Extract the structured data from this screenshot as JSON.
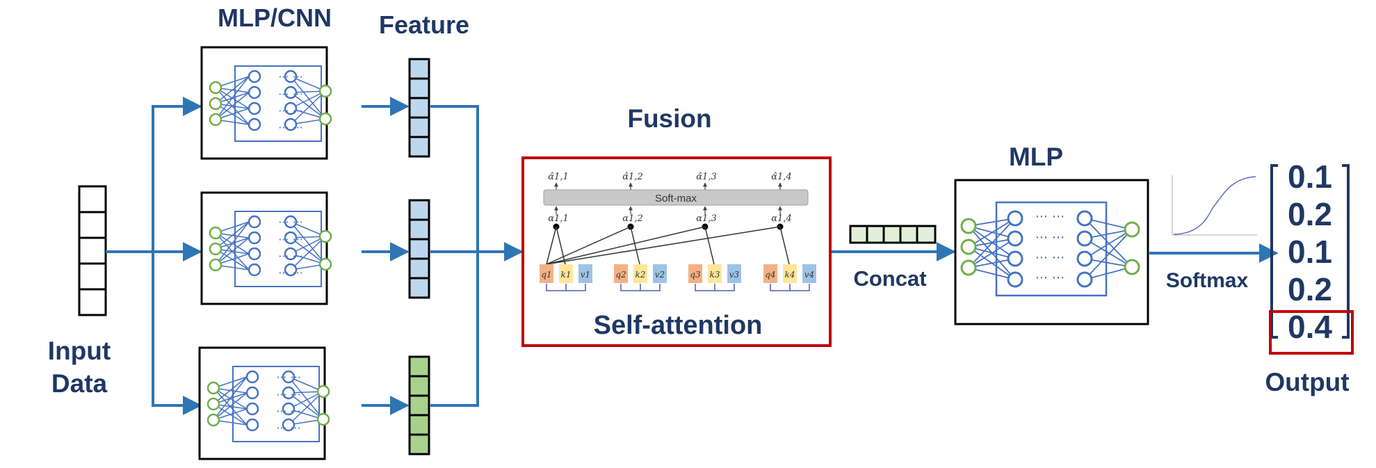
{
  "labels": {
    "mlp_cnn": "MLP/CNN",
    "feature": "Feature",
    "input_data_line1": "Input",
    "input_data_line2": "Data",
    "fusion": "Fusion",
    "self_attention": "Self-attention",
    "concat": "Concat",
    "mlp": "MLP",
    "softmax": "Softmax",
    "output": "Output"
  },
  "attention": {
    "softmax_bar": "Soft-max",
    "alpha_hat": [
      "α̂1,1",
      "α̂1,2",
      "α̂1,3",
      "α̂1,4"
    ],
    "alpha": [
      "α1,1",
      "α1,2",
      "α1,3",
      "α1,4"
    ],
    "q": [
      "q1",
      "q2",
      "q3",
      "q4"
    ],
    "k": [
      "k1",
      "k2",
      "k3",
      "k4"
    ],
    "v": [
      "v1",
      "v2",
      "v3",
      "v4"
    ]
  },
  "network": {
    "dots": "··· ···"
  },
  "output_vector": [
    "0.1",
    "0.2",
    "0.1",
    "0.2",
    "0.4"
  ],
  "colors": {
    "arrow": "#2e75b6",
    "label": "#1f3864",
    "node": "#4472c4",
    "input_node": "#70ad47",
    "feature_blue": "#bdd7ee",
    "feature_green": "#a9d18e",
    "concat_green": "#e2f0d9",
    "highlight_red": "#c00000"
  }
}
